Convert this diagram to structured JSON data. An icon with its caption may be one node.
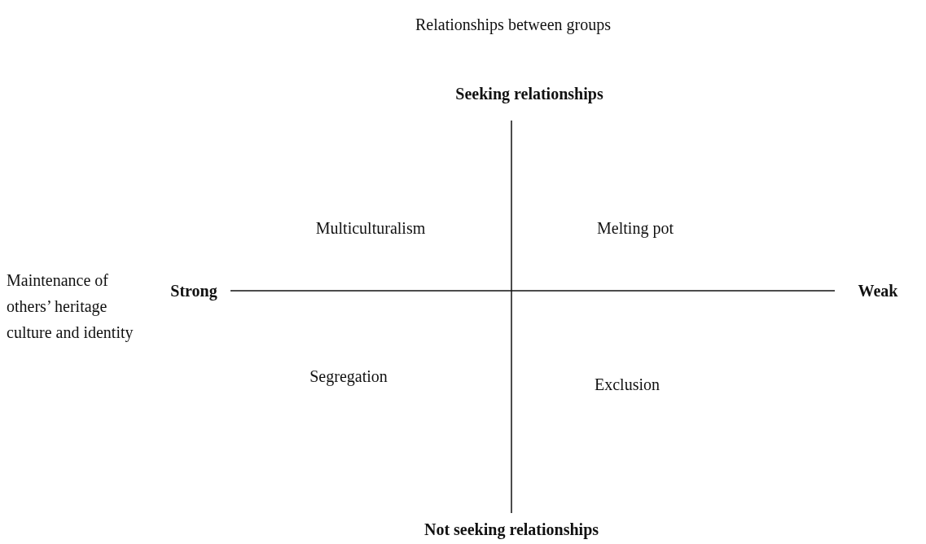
{
  "diagram": {
    "title": "Relationships between groups",
    "labels": [
      "Seeking relationships",
      "Multiculturalism",
      "Melting pot",
      "Maintenance of others’ heritage culture and identity",
      "Strong",
      "Weak",
      "Segregation",
      "Exclusion",
      "Not seeking relationships"
    ]
  }
}
